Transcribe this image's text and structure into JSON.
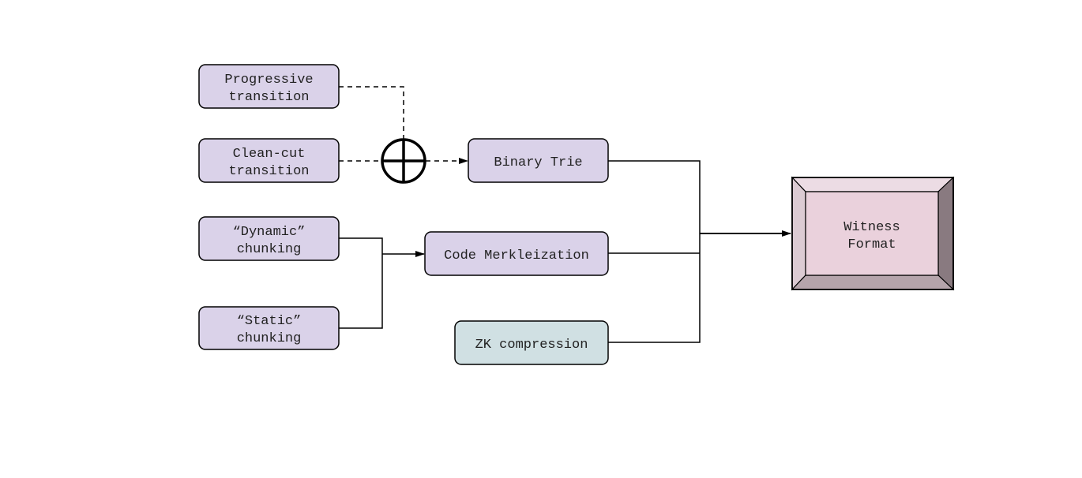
{
  "nodes": {
    "progressive": {
      "line1": "Progressive",
      "line2": "transition"
    },
    "cleancut": {
      "line1": "Clean-cut",
      "line2": "transition"
    },
    "dynamic": {
      "line1": "“Dynamic”",
      "line2": "chunking"
    },
    "static": {
      "line1": "“Static”",
      "line2": "chunking"
    },
    "binary_trie": {
      "label": "Binary Trie"
    },
    "code_merkle": {
      "label": "Code Merkleization"
    },
    "zk": {
      "label": "ZK compression"
    },
    "witness": {
      "line1": "Witness",
      "line2": "Format"
    }
  },
  "colors": {
    "purple_fill": "#dad2e9",
    "teal_fill": "#d0e0e3",
    "witness_face": "#ead1dc",
    "witness_top_bevel": "#ecdce4",
    "witness_left_bevel": "#dccbd3",
    "witness_right_bevel": "#897a80",
    "witness_bottom_bevel": "#b5a4ab",
    "stroke": "#000000"
  },
  "icons": {
    "combine": "circle-plus-icon"
  }
}
